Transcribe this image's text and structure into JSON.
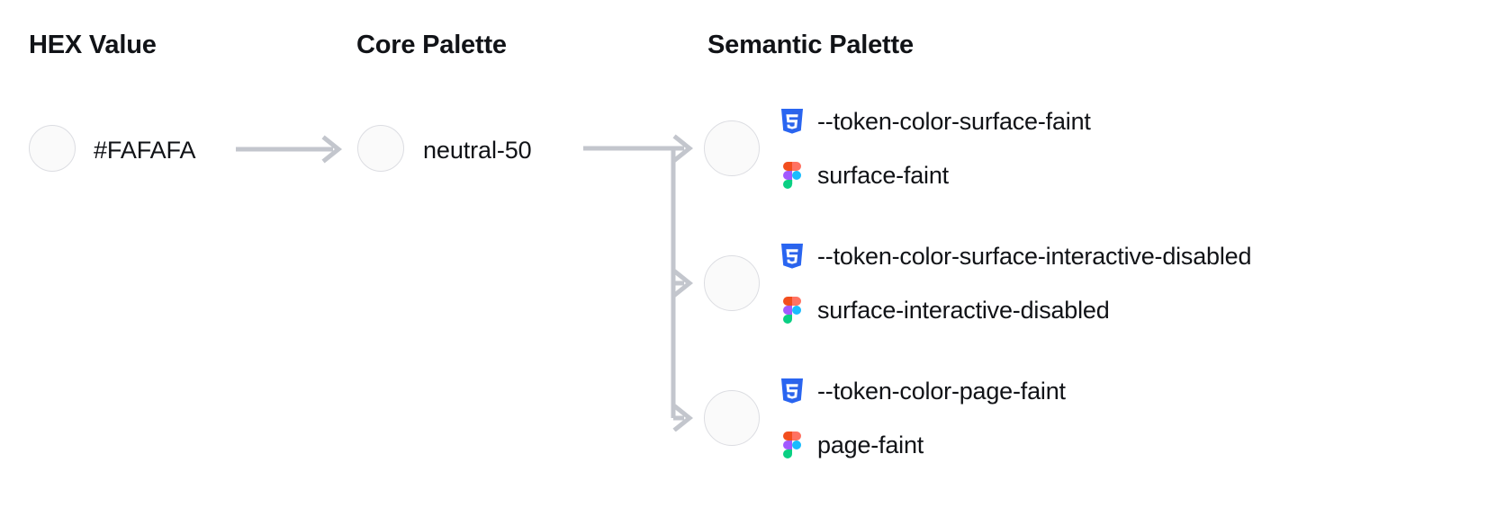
{
  "columns": {
    "hex": {
      "heading": "HEX Value"
    },
    "core": {
      "heading": "Core Palette"
    },
    "semantic": {
      "heading": "Semantic Palette"
    }
  },
  "hex_value": {
    "label": "#FAFAFA",
    "swatch_color": "#FAFAFA"
  },
  "core_value": {
    "label": "neutral-50",
    "swatch_color": "#FAFAFA"
  },
  "semantic_rows": [
    {
      "swatch_color": "#FAFAFA",
      "css_icon": "css3-icon",
      "css_token": "--token-color-surface-faint",
      "figma_icon": "figma-icon",
      "figma_token": "surface-faint"
    },
    {
      "swatch_color": "#FAFAFA",
      "css_icon": "css3-icon",
      "css_token": "--token-color-surface-interactive-disabled",
      "figma_icon": "figma-icon",
      "figma_token": "surface-interactive-disabled"
    },
    {
      "swatch_color": "#FAFAFA",
      "css_icon": "css3-icon",
      "css_token": "--token-color-page-faint",
      "figma_icon": "figma-icon",
      "figma_token": "page-faint"
    }
  ],
  "connectors": {
    "arrow_color": "#C3C6CD",
    "hex_to_core": "arrow-right",
    "core_to_semantic": "branch-arrow"
  },
  "colors": {
    "background": "#FFFFFF",
    "text": "#111317",
    "swatch_border": "#DCDDE2",
    "css3_blue": "#2965F1",
    "css3_blue_dark": "#264DE4",
    "figma_orange": "#F24E1E",
    "figma_purple": "#A259FF",
    "figma_cyan": "#1ABCFE",
    "figma_green": "#0ACF83",
    "figma_red": "#FF7262"
  }
}
